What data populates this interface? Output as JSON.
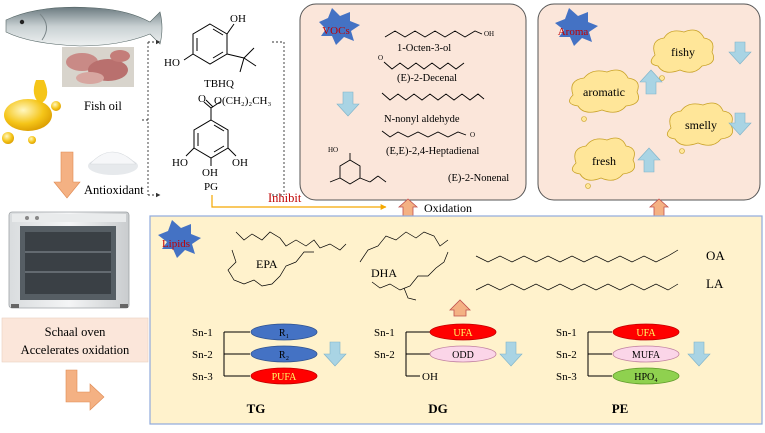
{
  "left": {
    "fish_oil_label": "Fish oil",
    "antioxidant_label": "Antioxidant",
    "oven_label_line1": "Schaal oven",
    "oven_label_line2": "Accelerates oxidation"
  },
  "antioxidants": {
    "tbhq": {
      "name": "TBHQ",
      "oh_top": "OH",
      "ho_left": "HO"
    },
    "pg": {
      "name": "PG",
      "ester": "O(CH₂)₂CH₃",
      "carbonyl_o": "O",
      "ho": "HO",
      "oh_right": "OH",
      "oh_bottom": "OH"
    }
  },
  "inhibit_label": "Inhibit",
  "oxidation_label": "Oxidation",
  "vocs": {
    "badge": "VOCs",
    "items": [
      "1-Octen-3-ol",
      "(E)-2-Decenal",
      "N-nonyl aldehyde",
      "(E,E)-2,4-Heptadienal",
      "(E)-2-Nonenal"
    ],
    "oh_label": "OH",
    "o_label": "O",
    "phenol_oh": "HO"
  },
  "aroma": {
    "badge": "Aroma",
    "clouds": [
      {
        "label": "fishy",
        "trend": "down",
        "arrow_color": "#a9d4e4"
      },
      {
        "label": "aromatic",
        "trend": "up",
        "arrow_color": "#a9d4e4"
      },
      {
        "label": "smelly",
        "trend": "down",
        "arrow_color": "#a9d4e4"
      },
      {
        "label": "fresh",
        "trend": "up",
        "arrow_color": "#a9d4e4"
      }
    ]
  },
  "lipids": {
    "badge": "Lipids",
    "fatty_acids": [
      "EPA",
      "DHA",
      "OA",
      "LA"
    ],
    "tg": {
      "label": "TG",
      "positions": [
        "Sn-1",
        "Sn-2",
        "Sn-3"
      ],
      "chains": [
        {
          "text": "R₁",
          "color": "#4472c4",
          "text_color": "#000000"
        },
        {
          "text": "R₂",
          "color": "#4472c4",
          "text_color": "#000000"
        },
        {
          "text": "PUFA",
          "color": "#ff0000",
          "text_color": "#ffff66"
        }
      ],
      "trend": "down"
    },
    "dg": {
      "label": "DG",
      "positions": [
        "Sn-1",
        "Sn-2"
      ],
      "chains": [
        {
          "text": "UFA",
          "color": "#ff0000",
          "text_color": "#ffff66"
        },
        {
          "text": "ODD",
          "color": "#fbd5e8",
          "text_color": "#000000"
        }
      ],
      "free_oh": "OH",
      "trend": "down"
    },
    "pe": {
      "label": "PE",
      "positions": [
        "Sn-1",
        "Sn-2",
        "Sn-3"
      ],
      "chains": [
        {
          "text": "UFA",
          "color": "#ff0000",
          "text_color": "#ffff66"
        },
        {
          "text": "MUFA",
          "color": "#fbd5e8",
          "text_color": "#000000"
        },
        {
          "text": "HPO₄",
          "color": "#8fd14f",
          "text_color": "#000000"
        }
      ],
      "trend": "down"
    }
  },
  "colors": {
    "panel_fill": "#fbe6da",
    "lipid_panel_fill": "#fff2cc",
    "lipid_panel_border": "#8faadc",
    "badge_blue": "#4472c4",
    "badge_text": "#c00000",
    "orange_arrow": "#f4b183",
    "cloud_fill": "#ffe699",
    "trend_arrow": "#a9d4e4",
    "inhibit_line": "#f5a800",
    "inhibit_text": "#c00000"
  }
}
